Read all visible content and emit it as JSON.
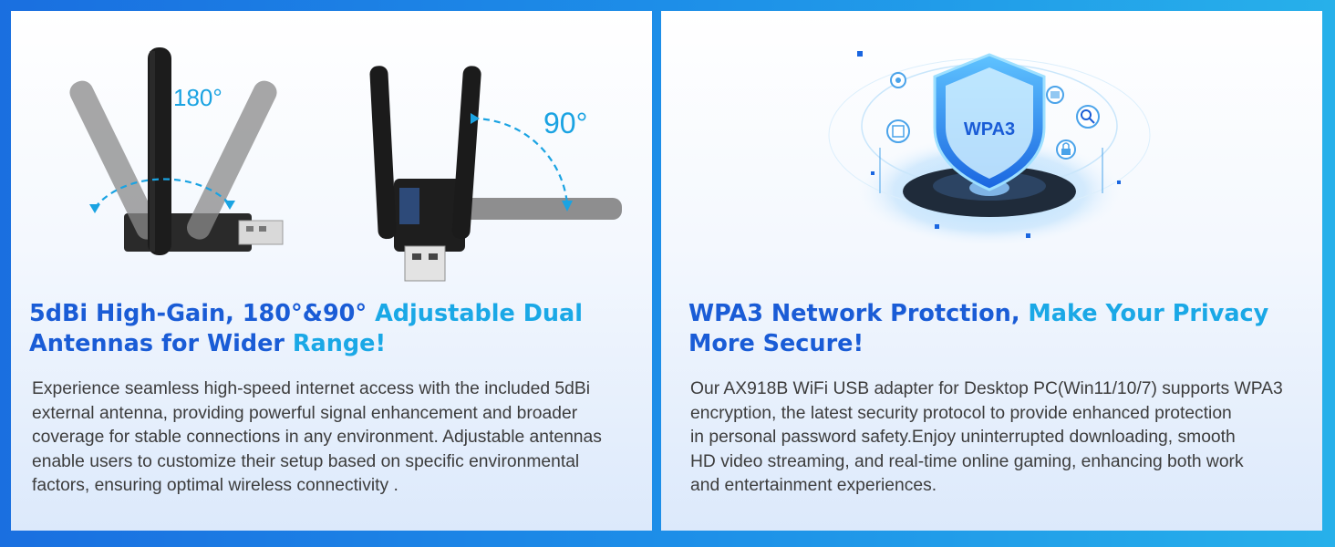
{
  "left_panel": {
    "angle_180": "180°",
    "angle_90": "90°",
    "heading_part1": "5dBi High-Gain, 180°&90°",
    "heading_part2": " Adjustable Dual",
    "heading_part3": "Antennas for Wider",
    "heading_part4": " Range!",
    "body_lines": [
      "Experience seamless high-speed internet access with the included 5dBi",
      "external antenna, providing powerful signal enhancement and broader",
      "coverage for stable connections in any environment. Adjustable antennas",
      "enable users to customize their setup based on specific environmental",
      "factors, ensuring optimal wireless connectivity ."
    ]
  },
  "right_panel": {
    "shield_text": "WPA3",
    "heading_part1": "WPA3 Network Protction,",
    "heading_part2": " Make Your Privacy",
    "heading_part3": "More Secure!",
    "body_lines": [
      "Our AX918B WiFi USB adapter for Desktop PC(Win11/10/7) supports WPA3",
      "encryption, the latest security protocol to provide enhanced protection",
      "in personal password safety.Enjoy uninterrupted downloading, smooth",
      "HD video streaming, and real-time online gaming, enhancing both work",
      "and entertainment experiences."
    ]
  },
  "colors": {
    "heading_blue": "#1a5cd6",
    "heading_cyan": "#1aa8e6",
    "accent_dashed": "#1aa3e2"
  },
  "icons": [
    "antenna-adapter-image",
    "shield-lock-icon",
    "wifi-icon",
    "user-icon",
    "search-icon",
    "lock-icon",
    "key-icon",
    "cloud-icon"
  ]
}
